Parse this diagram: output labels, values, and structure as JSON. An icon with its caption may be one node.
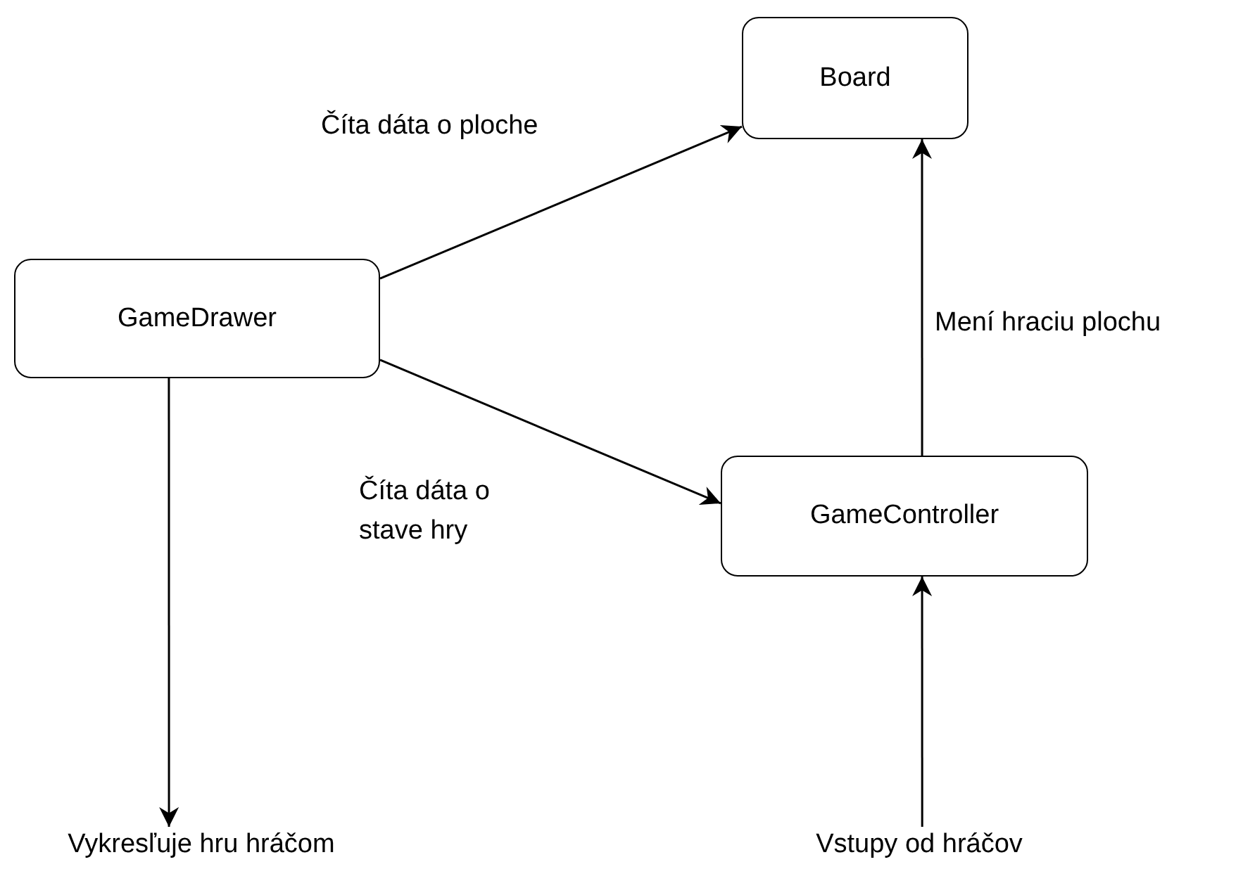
{
  "diagram": {
    "nodes": [
      {
        "text": [
          "Board"
        ]
      },
      {
        "text": [
          "GameDrawer"
        ]
      },
      {
        "text": [
          "GameController"
        ]
      },
      {
        "text": [
          "Vykresľuje hru hráčom"
        ]
      },
      {
        "text": [
          "Vstupy od hráčov"
        ]
      }
    ],
    "edges": [
      {
        "from": 1,
        "to": 0,
        "arrow": "to",
        "label": "Číta dáta o ploche"
      },
      {
        "from": 1,
        "to": 2,
        "arrow": "to",
        "label": "Číta dáta o stave hry"
      },
      {
        "from": 2,
        "to": 0,
        "arrow": "to",
        "label": "Mení hraciu plochu"
      },
      {
        "from": 1,
        "to": 3,
        "arrow": "to"
      },
      {
        "from": 4,
        "to": 2,
        "arrow": "to"
      }
    ]
  }
}
